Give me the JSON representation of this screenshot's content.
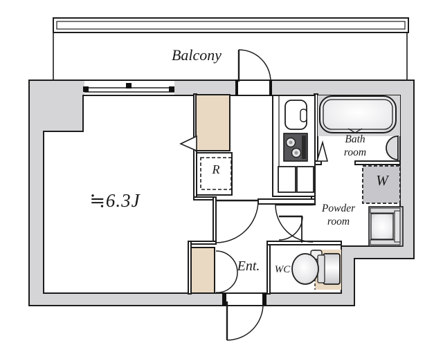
{
  "plan": {
    "title": "apartment-floor-plan",
    "labels": {
      "balcony": "Balcony",
      "main_room_size": "≒6.3J",
      "refrigerator": "R",
      "bath_line1": "Bath",
      "bath_line2": "room",
      "washer": "W",
      "powder_line1": "Powder",
      "powder_line2": "room",
      "entrance": "Ent.",
      "toilet": "WC"
    },
    "colors": {
      "wall_fill": "#d5d5d7",
      "line": "#1c1c1c",
      "closet_fill": "#ead9c2",
      "washer_fill": "#c7c7cb",
      "bath_deck_fill": "#d6d6d8",
      "background": "#ffffff"
    }
  }
}
